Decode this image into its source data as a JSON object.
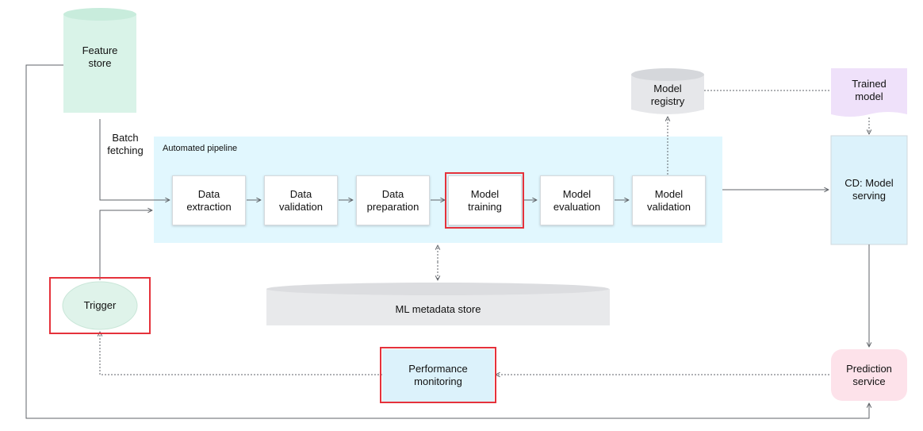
{
  "colors": {
    "pipeline_bg": "#e1f7fe",
    "feature_store": "#d9f3e8",
    "trigger": "#dff3ea",
    "registry": "#e6e7ea",
    "trained_model": "#efe1fa",
    "cd_serving": "#dcf2fb",
    "performance_monitoring": "#dcf2fb",
    "prediction_service": "#fde2ea",
    "metadata_store": "#e8e9eb",
    "highlight": "#e5323b",
    "arrow": "#5f6368"
  },
  "nodes": {
    "feature_store": "Feature\nstore",
    "batch_fetching": "Batch\nfetching",
    "pipeline_title": "Automated pipeline",
    "steps": [
      "Data\nextraction",
      "Data\nvalidation",
      "Data\npreparation",
      "Model\ntraining",
      "Model\nevaluation",
      "Model\nvalidation"
    ],
    "model_registry": "Model\nregistry",
    "trained_model": "Trained\nmodel",
    "cd_model_serving": "CD: Model\nserving",
    "trigger": "Trigger",
    "metadata_store": "ML metadata store",
    "performance_monitoring": "Performance\nmonitoring",
    "prediction_service": "Prediction\nservice"
  }
}
